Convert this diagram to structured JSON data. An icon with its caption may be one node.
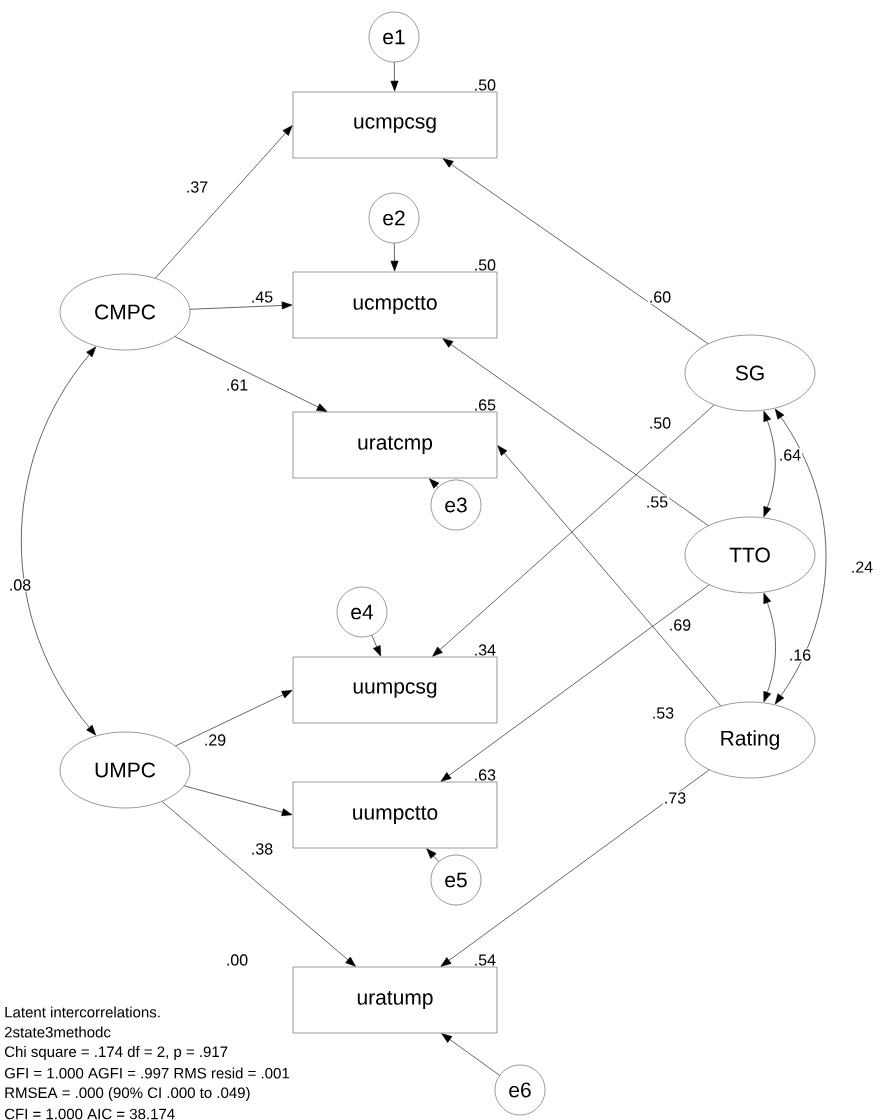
{
  "diagram": {
    "nodes": [
      {
        "text": [
          "e1"
        ]
      },
      {
        "text": [
          "ucmpcsg"
        ],
        "beside": [
          ".50"
        ]
      },
      {
        "text": [
          "e2"
        ]
      },
      {
        "text": [
          "ucmpctto"
        ],
        "beside": [
          ".50"
        ]
      },
      {
        "text": [
          "CMPC"
        ]
      },
      {
        "text": [
          "uratcmp"
        ],
        "beside": [
          ".65"
        ]
      },
      {
        "text": [
          "e3"
        ]
      },
      {
        "text": [
          "SG"
        ]
      },
      {
        "text": [
          "TTO"
        ]
      },
      {
        "text": [
          "e4"
        ]
      },
      {
        "text": [
          "uumpcsg"
        ],
        "beside": [
          ".34"
        ]
      },
      {
        "text": [
          "Rating"
        ]
      },
      {
        "text": [
          "UMPC"
        ]
      },
      {
        "text": [
          "uumpctto"
        ],
        "beside": [
          ".63"
        ]
      },
      {
        "text": [
          "e5"
        ]
      },
      {
        "text": [
          "uratump"
        ],
        "beside": [
          ".54"
        ]
      },
      {
        "text": [
          "e6"
        ]
      }
    ],
    "edges": [
      {
        "from": 0,
        "to": 1,
        "arrow": "to"
      },
      {
        "from": 4,
        "to": 1,
        "arrow": "to",
        "label": ".37"
      },
      {
        "from": 2,
        "to": 3,
        "arrow": "to"
      },
      {
        "from": 4,
        "to": 3,
        "arrow": "to",
        "label": ".45"
      },
      {
        "from": 4,
        "to": 5,
        "arrow": "to",
        "label": ".61"
      },
      {
        "from": 7,
        "to": 1,
        "arrow": "to",
        "label": ".60"
      },
      {
        "from": 6,
        "to": 5,
        "arrow": "to"
      },
      {
        "from": 4,
        "to": 12,
        "arrow": "both",
        "label": ".08"
      },
      {
        "from": 7,
        "to": 8,
        "arrow": "both",
        "label": ".64"
      },
      {
        "from": 7,
        "to": 10,
        "arrow": "to",
        "label": ".50"
      },
      {
        "from": 8,
        "to": 3,
        "arrow": "to",
        "label": ".55"
      },
      {
        "from": 7,
        "to": 11,
        "arrow": "both",
        "label": ".24"
      },
      {
        "from": 8,
        "to": 13,
        "arrow": "to",
        "label": ".69"
      },
      {
        "from": 8,
        "to": 11,
        "arrow": "both",
        "label": ".16"
      },
      {
        "from": 9,
        "to": 10,
        "arrow": "to"
      },
      {
        "from": 11,
        "to": 5,
        "arrow": "to",
        "label": ".53"
      },
      {
        "from": 12,
        "to": 10,
        "arrow": "to",
        "label": ".29"
      },
      {
        "from": 12,
        "to": 13,
        "arrow": "to",
        "label": ".38"
      },
      {
        "from": 14,
        "to": 13,
        "arrow": "to"
      },
      {
        "from": 12,
        "to": 15,
        "arrow": "to",
        "label": ".00"
      },
      {
        "from": 11,
        "to": 15,
        "arrow": "to",
        "label": ".73"
      },
      {
        "from": 16,
        "to": 15,
        "arrow": "to"
      }
    ],
    "labels": [
      "Latent intercorrelations.",
      "2state3methodc",
      "Chi square = .174 df = 2, p = .917",
      "GFI = 1.000  AGFI = .997  RMS resid = .001",
      "RMSEA = .000 (90% CI .000 to .049)",
      "CFI = 1.000  AIC = 38.174"
    ]
  }
}
